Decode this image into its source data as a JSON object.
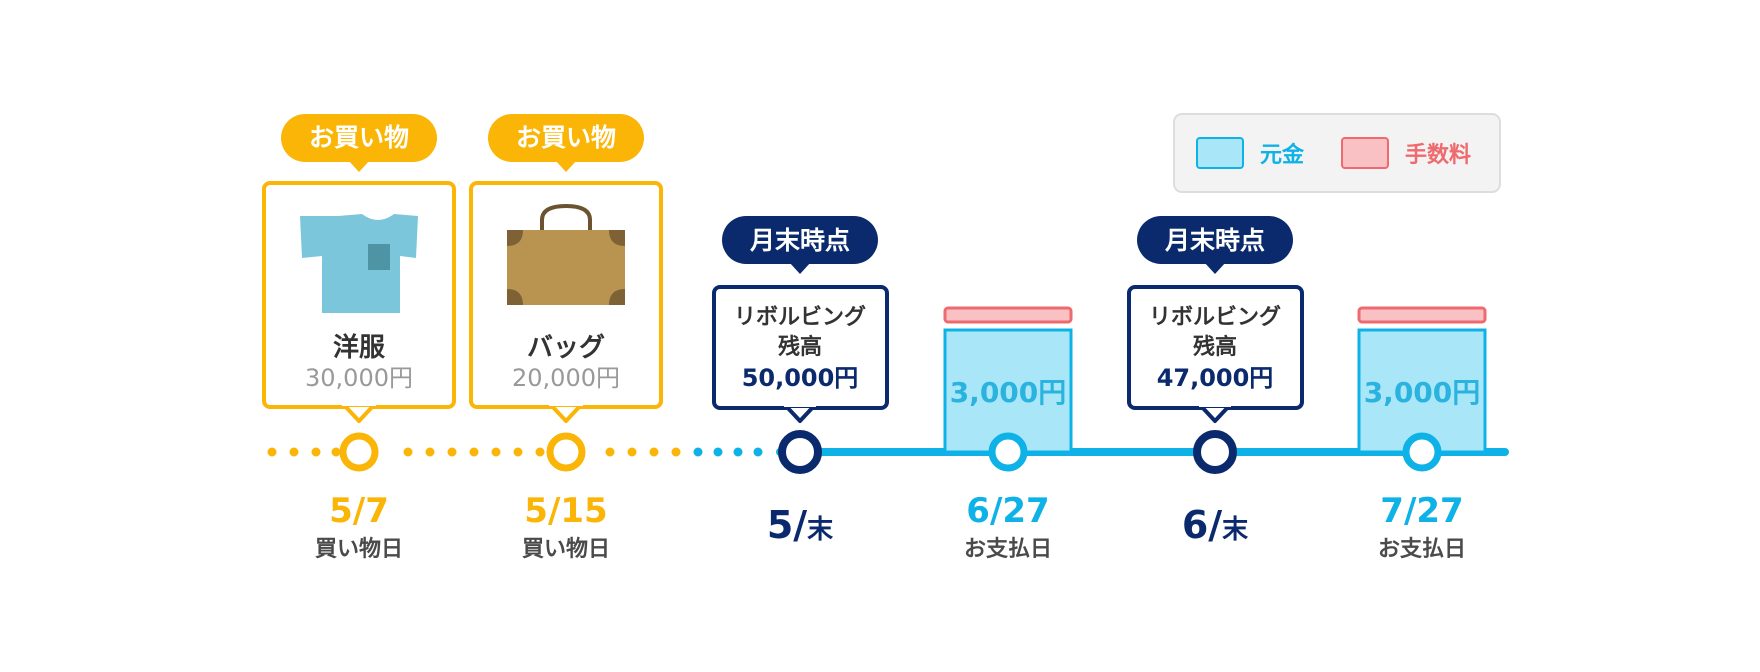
{
  "colors": {
    "purchase": "#FAB507",
    "navy": "#0B2A6E",
    "cyan": "#0FB2E6",
    "principal_fill": "#A9E6F8",
    "fee_stroke": "#EE6A6E",
    "fee_fill": "#F9C1C3",
    "gray_text": "#4A4A4A",
    "price_gray": "#999999"
  },
  "legend": {
    "principal_label": "元金",
    "fee_label": "手数料"
  },
  "purchases": [
    {
      "tag": "お買い物",
      "item": "洋服",
      "price": "30,000円",
      "icon": "tshirt-icon",
      "date": "5/7",
      "date_label": "買い物日"
    },
    {
      "tag": "お買い物",
      "item": "バッグ",
      "price": "20,000円",
      "icon": "bag-icon",
      "date": "5/15",
      "date_label": "買い物日"
    }
  ],
  "month_ends": [
    {
      "tag": "月末時点",
      "line1": "リボルビング",
      "line2": "残高",
      "amount": "50,000円",
      "date_num": "5/",
      "date_suffix": "末"
    },
    {
      "tag": "月末時点",
      "line1": "リボルビング",
      "line2": "残高",
      "amount": "47,000円",
      "date_num": "6/",
      "date_suffix": "末"
    }
  ],
  "payments": [
    {
      "principal": "3,000円",
      "date": "6/27",
      "date_label": "お支払日"
    },
    {
      "principal": "3,000円",
      "date": "7/27",
      "date_label": "お支払日"
    }
  ]
}
